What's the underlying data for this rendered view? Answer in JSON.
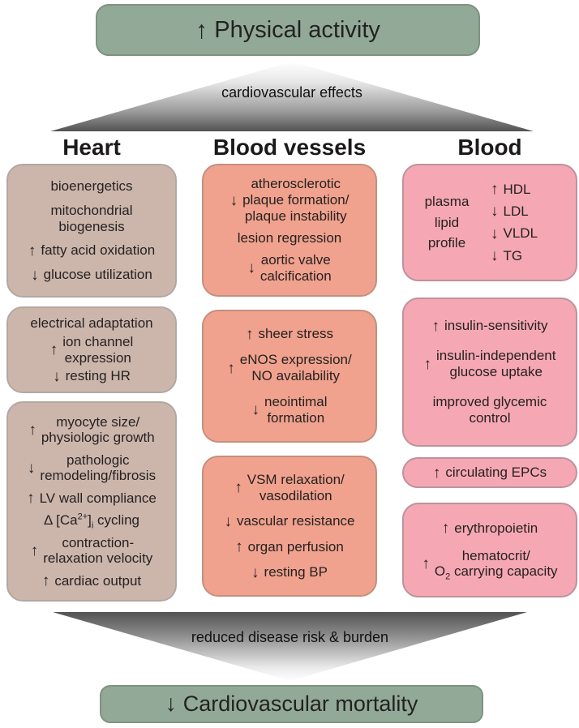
{
  "top_box": {
    "arrow": "↑",
    "label": "Physical activity"
  },
  "top_funnel": {
    "label": "cardiovascular effects"
  },
  "columns": [
    {
      "header": "Heart",
      "boxes": [
        {
          "items": [
            {
              "arrow": "",
              "text": "bioenergetics"
            },
            {
              "arrow": "",
              "text": "mitochondrial\nbiogenesis"
            },
            {
              "arrow": "↑",
              "text": "fatty acid oxidation"
            },
            {
              "arrow": "↓",
              "text": "glucose utilization"
            }
          ]
        },
        {
          "items": [
            {
              "arrow": "",
              "text": "electrical adaptation"
            },
            {
              "arrow": "↑",
              "text": "ion channel\nexpression"
            },
            {
              "arrow": "↓",
              "text": "resting HR"
            }
          ]
        },
        {
          "items": [
            {
              "arrow": "↑",
              "text": "myocyte size/\nphysiologic growth"
            },
            {
              "arrow": "↓",
              "text": "pathologic\nremodeling/fibrosis"
            },
            {
              "arrow": "↑",
              "text": "LV wall compliance"
            },
            {
              "arrow": "",
              "parts": [
                {
                  "t": "Δ [Ca"
                },
                {
                  "t": "2+",
                  "s": "sup"
                },
                {
                  "t": "]"
                },
                {
                  "t": "i",
                  "s": "sub"
                },
                {
                  "t": " cycling"
                }
              ]
            },
            {
              "arrow": "↑",
              "text": "contraction-\nrelaxation velocity"
            },
            {
              "arrow": "↑",
              "text": "cardiac output"
            }
          ]
        }
      ]
    },
    {
      "header": "Blood vessels",
      "boxes": [
        {
          "items": [
            {
              "arrow": "↓",
              "text": "atherosclerotic\nplaque formation/\nplaque instability"
            },
            {
              "arrow": "",
              "text": "lesion regression"
            },
            {
              "arrow": "↓",
              "text": "aortic valve\ncalcification"
            }
          ]
        },
        {
          "items": [
            {
              "arrow": "↑",
              "text": "sheer stress"
            },
            {
              "arrow": "↑",
              "text": "eNOS expression/\nNO availability"
            },
            {
              "arrow": "↓",
              "text": "neointimal\nformation"
            }
          ]
        },
        {
          "items": [
            {
              "arrow": "↑",
              "text": "VSM relaxation/\nvasodilation"
            },
            {
              "arrow": "↓",
              "text": "vascular resistance"
            },
            {
              "arrow": "↑",
              "text": "organ perfusion"
            },
            {
              "arrow": "↓",
              "text": "resting BP"
            }
          ]
        }
      ]
    },
    {
      "header": "Blood",
      "boxes": [
        {
          "type": "split",
          "left_label": "plasma\nlipid\nprofile",
          "right_items": [
            {
              "arrow": "↑",
              "text": "HDL"
            },
            {
              "arrow": "↓",
              "text": "LDL"
            },
            {
              "arrow": "↓",
              "text": "VLDL"
            },
            {
              "arrow": "↓",
              "text": "TG"
            }
          ]
        },
        {
          "items": [
            {
              "arrow": "↑",
              "text": "insulin-sensitivity"
            },
            {
              "arrow": "↑",
              "text": "insulin-independent\nglucose uptake"
            },
            {
              "arrow": "",
              "text": "improved glycemic\ncontrol"
            }
          ]
        },
        {
          "items": [
            {
              "arrow": "↑",
              "text": "circulating EPCs"
            }
          ]
        },
        {
          "items": [
            {
              "arrow": "↑",
              "text": "erythropoietin"
            },
            {
              "arrow": "↑",
              "parts": [
                {
                  "t": "hematocrit/\nO"
                },
                {
                  "t": "2",
                  "s": "sub"
                },
                {
                  "t": " carrying capacity"
                }
              ]
            }
          ]
        }
      ]
    }
  ],
  "bottom_funnel": {
    "label": "reduced disease risk & burden"
  },
  "bottom_box": {
    "arrow": "↓",
    "label": "Cardiovascular mortality"
  },
  "colors": {
    "green": "#93a997",
    "green-border": "#7f927f",
    "heart": "#ccb6ac",
    "vessels": "#f0a28e",
    "blood": "#f5a8b3",
    "text": "#262121",
    "funnel-dark": "#525252"
  }
}
